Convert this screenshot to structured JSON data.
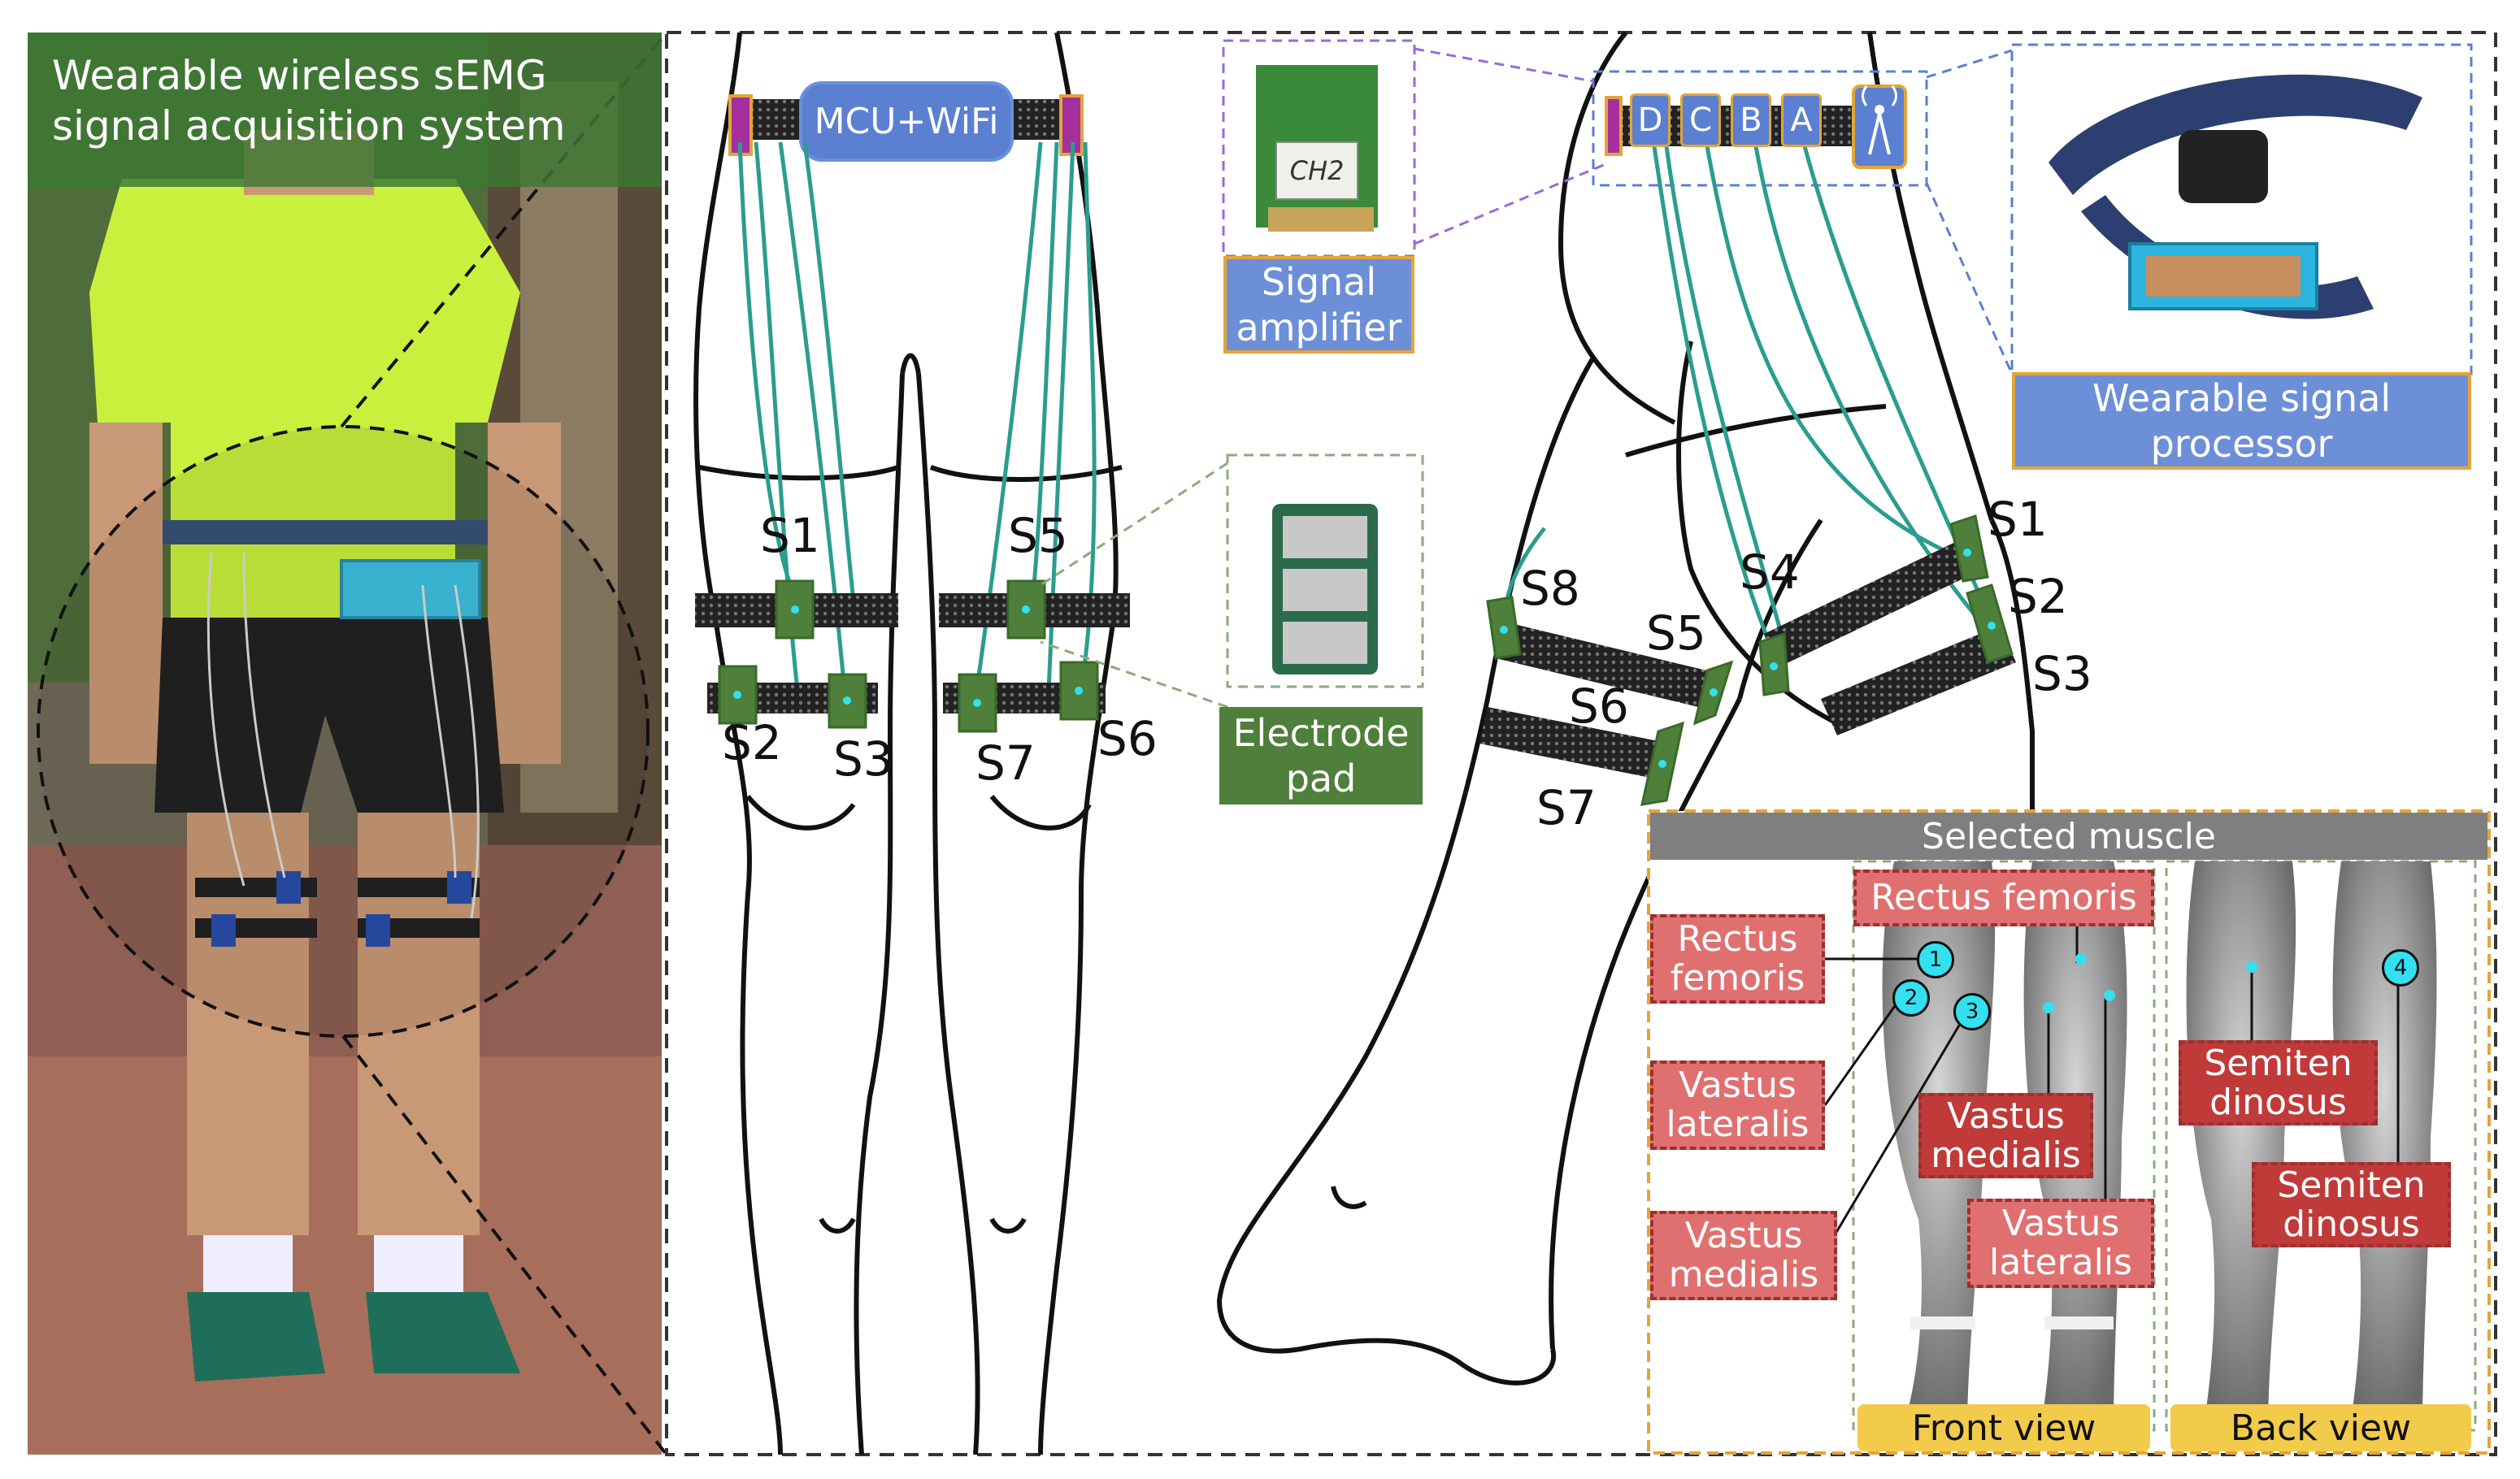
{
  "photo": {
    "title_line1": "Wearable wireless sEMG",
    "title_line2": "signal acquisition system"
  },
  "front_diagram": {
    "mcu_label": "MCU+WiFi",
    "sensors": [
      "S1",
      "S2",
      "S3",
      "S5",
      "S6",
      "S7"
    ]
  },
  "side_diagram": {
    "channels": [
      "D",
      "C",
      "B",
      "A"
    ],
    "sensors": [
      "S1",
      "S2",
      "S3",
      "S4",
      "S5",
      "S6",
      "S7",
      "S8"
    ]
  },
  "insets": {
    "amplifier_label": "Signal amplifier",
    "electrode_label": "Electrode pad",
    "processor_label": "Wearable signal processor",
    "amplifier_chip_text": "CH2"
  },
  "muscle_panel": {
    "header": "Selected muscle",
    "front_view": "Front view",
    "back_view": "Back view",
    "labels": {
      "rectus_femoris_left": "Rectus femoris",
      "rectus_femoris_top": "Rectus femoris",
      "vastus_lateralis_left": "Vastus lateralis",
      "vastus_medialis_left": "Vastus medialis",
      "vastus_medialis_mid": "Vastus medialis",
      "vastus_lateralis_mid": "Vastus lateralis",
      "semitendinosus_1": "Semiten dinosus",
      "semitendinosus_2": "Semiten dinosus"
    },
    "markers": [
      "1",
      "2",
      "3",
      "4"
    ]
  },
  "colors": {
    "wire": "#2a9d8f",
    "electrode": "#4e7f3b",
    "label_blue": "#6d8fd8",
    "label_red": "#e07070",
    "label_border": "#e2a53a",
    "marker": "#33e0f0"
  }
}
